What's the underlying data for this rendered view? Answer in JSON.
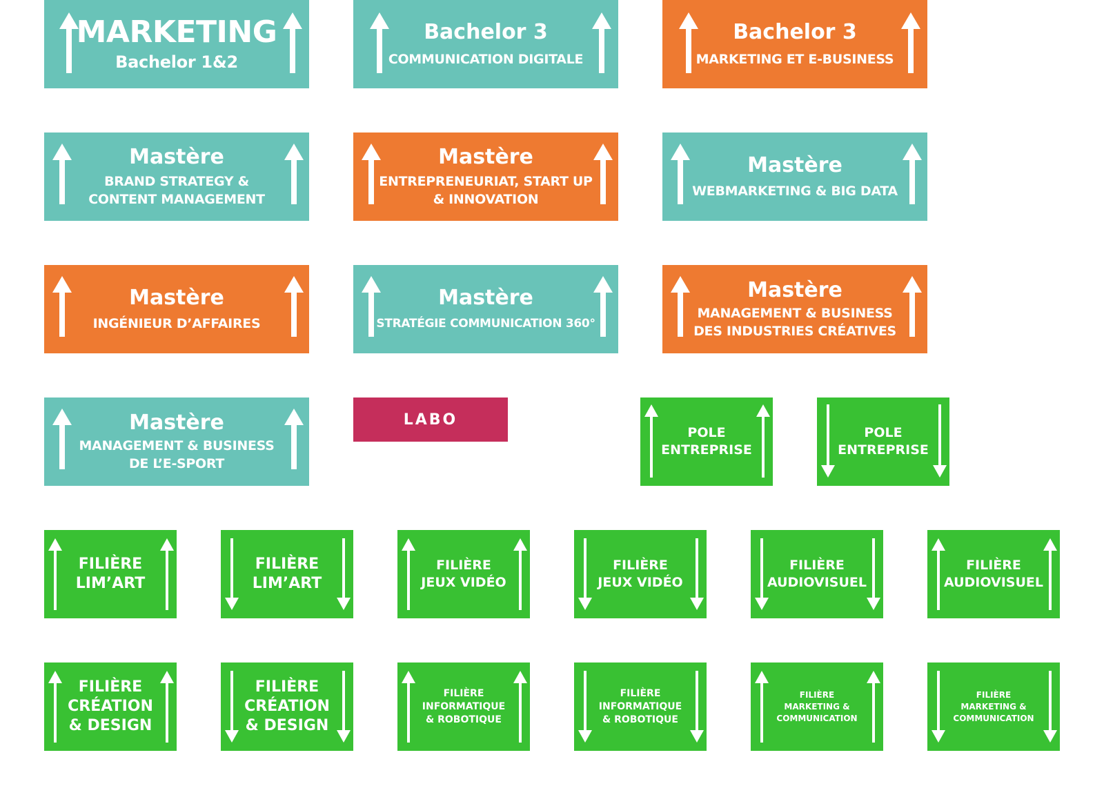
{
  "signs": {
    "marketing_b12": {
      "title": "MARKETING",
      "sub": "Bachelor 1&2"
    },
    "b3_comdig": {
      "title": "Bachelor 3",
      "sub": "COMMUNICATION DIGITALE"
    },
    "b3_mkebiz": {
      "title": "Bachelor 3",
      "sub": "MARKETING ET E-BUSINESS"
    },
    "m_brand": {
      "title": "Mastère",
      "sub1": "BRAND STRATEGY &",
      "sub2": "CONTENT MANAGEMENT"
    },
    "m_entre": {
      "title": "Mastère",
      "sub1": "ENTREPRENEURIAT, START UP",
      "sub2": "& INNOVATION"
    },
    "m_webmk": {
      "title": "Mastère",
      "sub": "WEBMARKETING & BIG DATA"
    },
    "m_ingen": {
      "title": "Mastère",
      "sub": "INGÉNIEUR D’AFFAIRES"
    },
    "m_strat": {
      "title": "Mastère",
      "sub": "STRATÉGIE COMMUNICATION 360°"
    },
    "m_indcrea": {
      "title": "Mastère",
      "sub1": "MANAGEMENT & BUSINESS",
      "sub2": "DES INDUSTRIES CRÉATIVES"
    },
    "m_esport": {
      "title": "Mastère",
      "sub1": "MANAGEMENT & BUSINESS",
      "sub2": "DE L’E-SPORT"
    },
    "labo": {
      "title": "LABO"
    },
    "pole_up": {
      "l1": "POLE",
      "l2": "ENTREPRISE"
    },
    "pole_down": {
      "l1": "POLE",
      "l2": "ENTREPRISE"
    },
    "limart_up": {
      "l1": "FILIÈRE",
      "l2": "LIM’ART"
    },
    "limart_down": {
      "l1": "FILIÈRE",
      "l2": "LIM’ART"
    },
    "jeux_up": {
      "l1": "FILIÈRE",
      "l2": "JEUX VIDÉO"
    },
    "jeux_down": {
      "l1": "FILIÈRE",
      "l2": "JEUX VIDÉO"
    },
    "audio_down": {
      "l1": "FILIÈRE",
      "l2": "AUDIOVISUEL"
    },
    "audio_up": {
      "l1": "FILIÈRE",
      "l2": "AUDIOVISUEL"
    },
    "crea_up": {
      "l1": "FILIÈRE",
      "l2": "CRÉATION",
      "l3": "& DESIGN"
    },
    "crea_down": {
      "l1": "FILIÈRE",
      "l2": "CRÉATION",
      "l3": "& DESIGN"
    },
    "info_up": {
      "l1": "FILIÈRE",
      "l2": "INFORMATIQUE",
      "l3": "& ROBOTIQUE"
    },
    "info_down": {
      "l1": "FILIÈRE",
      "l2": "INFORMATIQUE",
      "l3": "& ROBOTIQUE"
    },
    "mkcom_up": {
      "l1": "FILIÈRE",
      "l2": "MARKETING &",
      "l3": "COMMUNICATION"
    },
    "mkcom_down": {
      "l1": "FILIÈRE",
      "l2": "MARKETING &",
      "l3": "COMMUNICATION"
    }
  },
  "colors": {
    "teal": "#69c3b8",
    "orange": "#ee7a31",
    "green": "#39c133",
    "labo": "#c52e5b",
    "arrow": "#ffffff"
  },
  "icons": {
    "up": "arrow-up-icon",
    "down": "arrow-down-icon"
  }
}
